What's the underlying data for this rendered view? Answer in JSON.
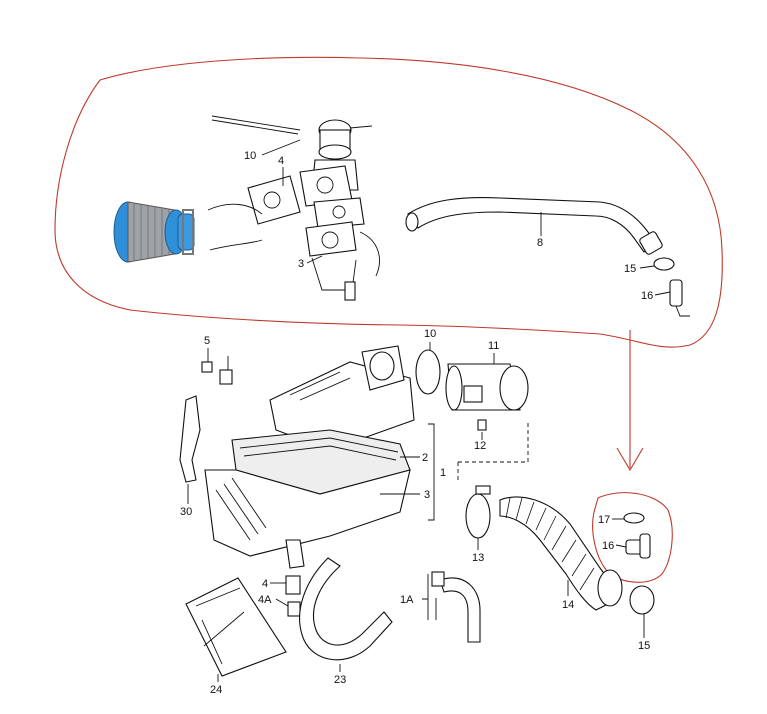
{
  "callouts_top": [
    "10",
    "4",
    "3",
    "8",
    "15",
    "16"
  ],
  "callouts_main": [
    "5",
    "10",
    "11",
    "2",
    "1",
    "12",
    "3",
    "30",
    "13",
    "14",
    "15",
    "4",
    "4A",
    "1A",
    "24",
    "23"
  ],
  "callouts_inset": [
    "17",
    "16"
  ],
  "colors": {
    "annotation_red": "#c0392b",
    "filter_blue": "#2f8fd8",
    "line_black": "#111111"
  },
  "icons": [
    "cone-air-filter-icon",
    "egr-valve-icon",
    "intake-pipe-icon",
    "air-filter-box-icon"
  ]
}
